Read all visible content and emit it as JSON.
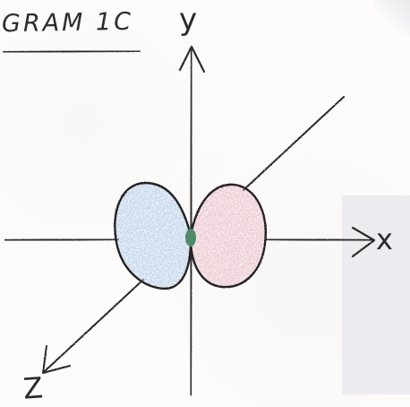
{
  "title": "GRAM 1C",
  "axes": {
    "y_label": "y",
    "x_label": "x",
    "z_label": "Z"
  },
  "colors": {
    "ink": "#2a2a2a",
    "left_lobe": "#a9c6e8",
    "right_lobe": "#e7b5c2",
    "center_dot": "#4e8a6a"
  }
}
